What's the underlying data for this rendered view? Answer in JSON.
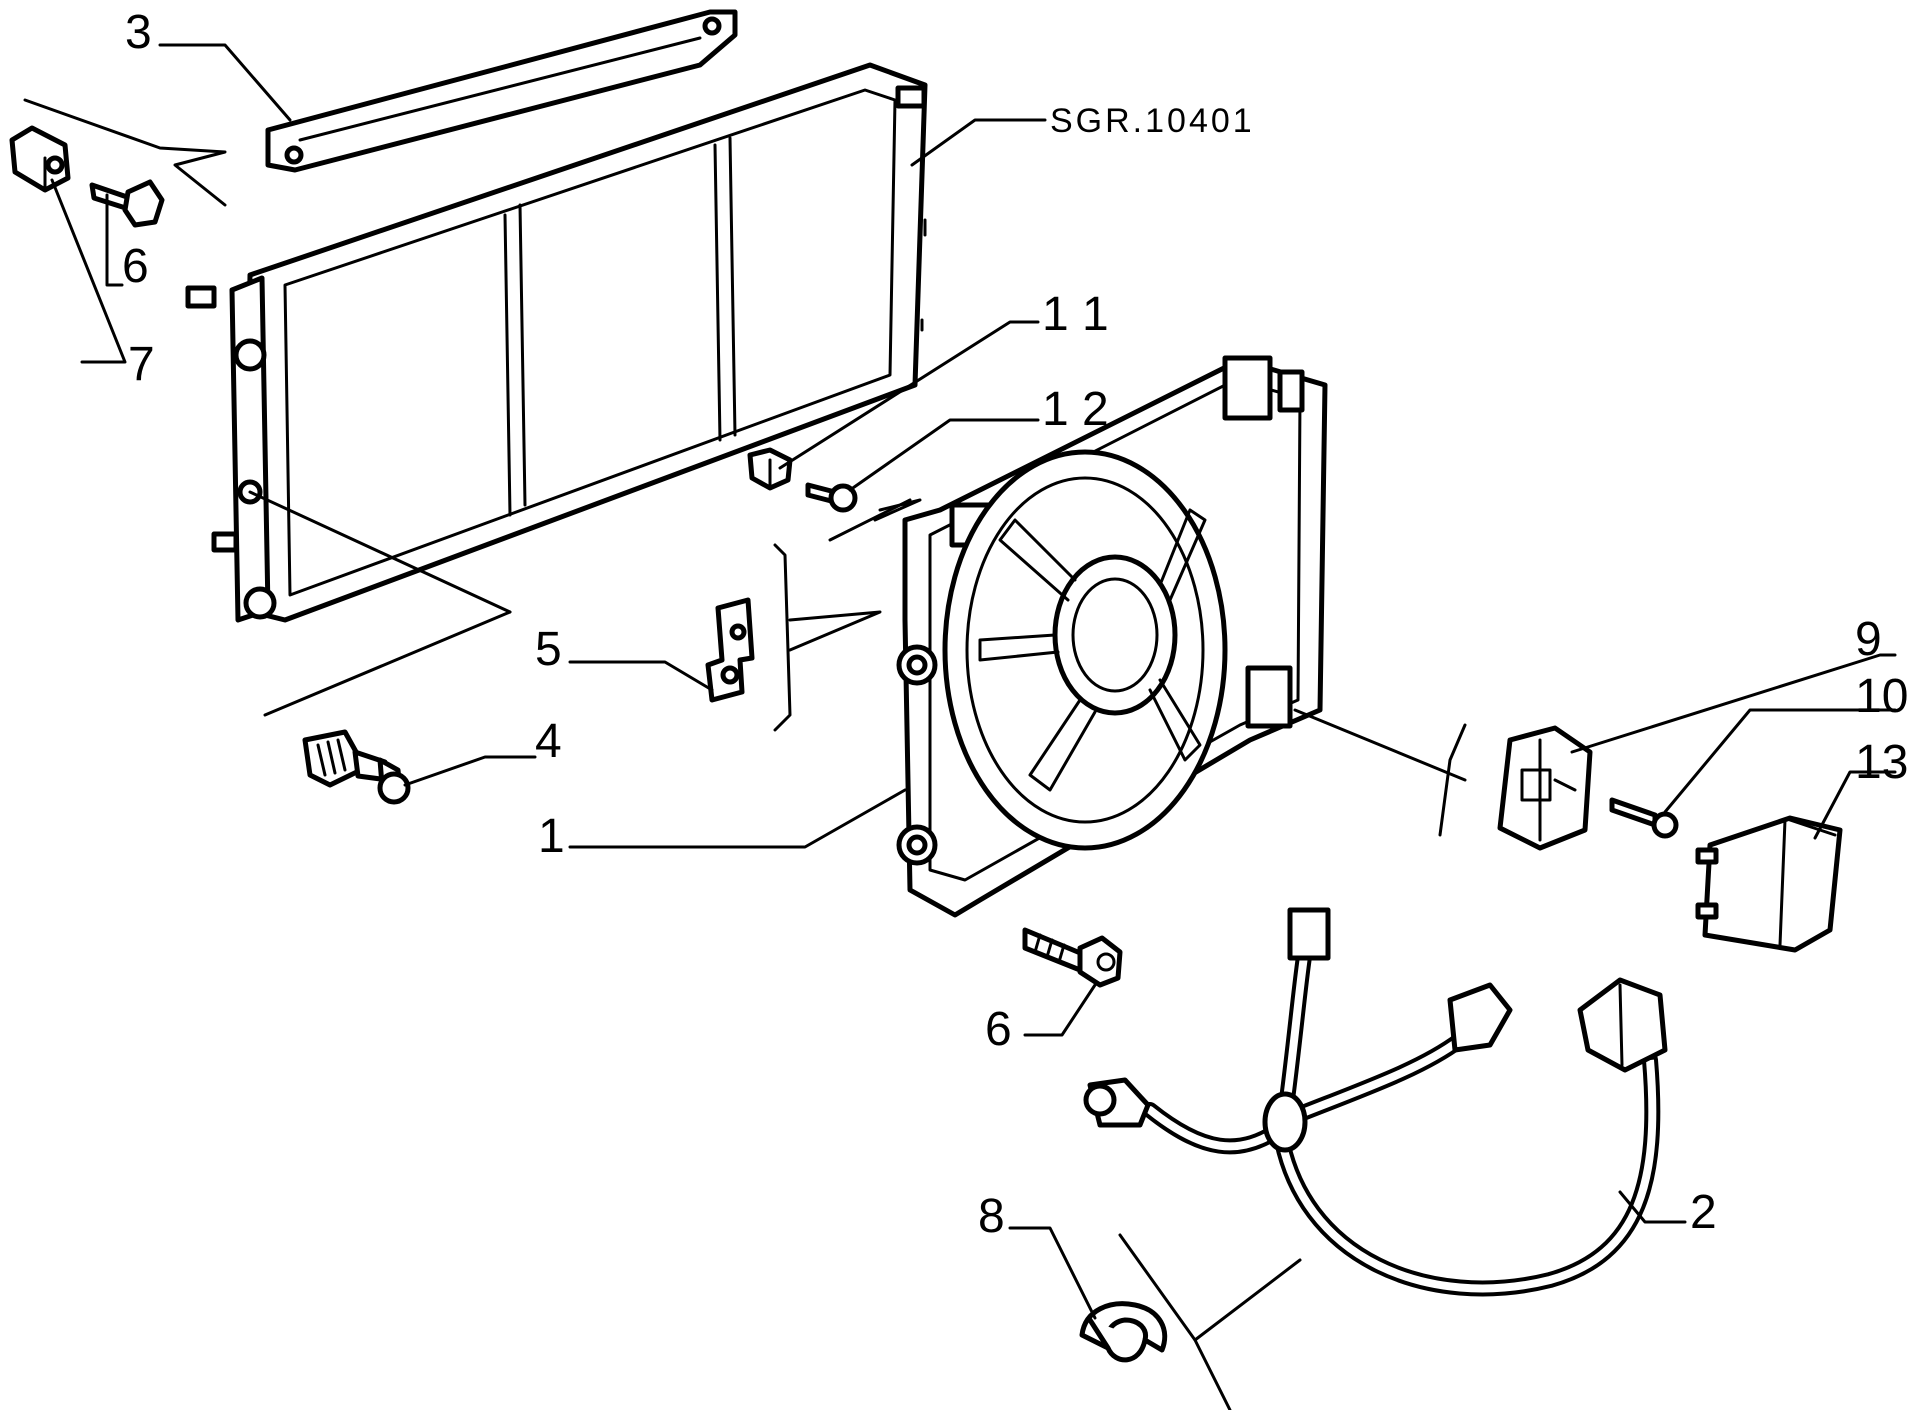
{
  "reference_code": "SGR.10401",
  "callouts": {
    "c1": "1",
    "c2": "2",
    "c3": "3",
    "c4": "4",
    "c5": "5",
    "c6a": "6",
    "c6b": "6",
    "c7": "7",
    "c8": "8",
    "c9": "9",
    "c10": "10",
    "c11": "1 1",
    "c12": "1 2",
    "c13": "13"
  },
  "colors": {
    "line": "#000000",
    "background": "#ffffff"
  }
}
